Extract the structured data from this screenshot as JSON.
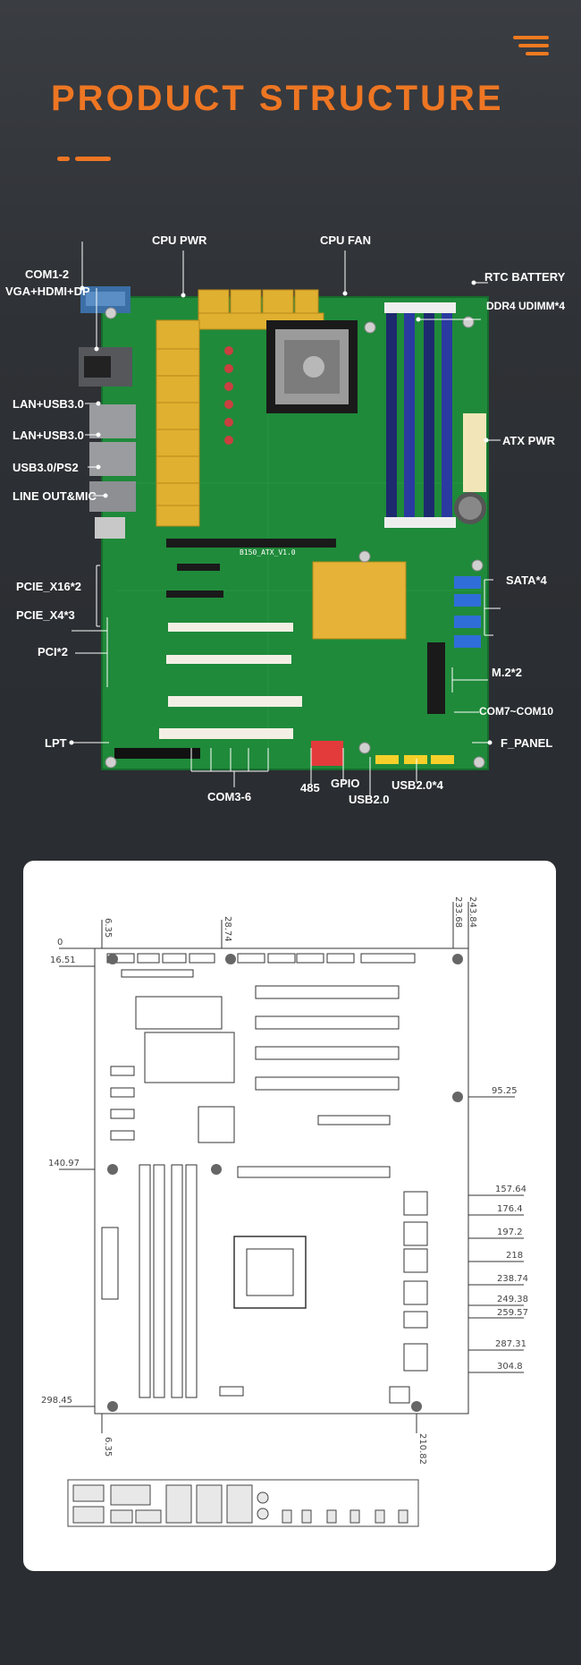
{
  "header": {
    "title": "PRODUCT STRUCTURE",
    "menu_icon": "hamburger-menu-icon",
    "accent_color": "#EE7623"
  },
  "board": {
    "silkscreen": "B150_ATX_V1.0",
    "labels": {
      "cpu_pwr": "CPU PWR",
      "cpu_fan": "CPU FAN",
      "com1_2": "COM1-2",
      "rtc_battery": "RTC BATTERY",
      "vga_hdmi_dp": "VGA+HDMI+DP",
      "ddr4": "DDR4 UDIMM*4",
      "lan_usb3_1": "LAN+USB3.0",
      "atx_pwr": "ATX PWR",
      "lan_usb3_2": "LAN+USB3.0",
      "usb3_ps2": "USB3.0/PS2",
      "line_out_mic": "LINE OUT&MIC",
      "sata": "SATA*4",
      "pcie_x16": "PCIE_X16*2",
      "pcie_x4": "PCIE_X4*3",
      "pci": "PCI*2",
      "m2": "M.2*2",
      "com7_10": "COM7~COM10",
      "lpt": "LPT",
      "f_panel": "F_PANEL",
      "com3_6": "COM3-6",
      "rs485": "485",
      "gpio": "GPIO",
      "usb2": "USB2.0",
      "usb2_4": "USB2.0*4"
    }
  },
  "drawing": {
    "dims_top": [
      "6.35",
      "28.74",
      "233.68",
      "243.84"
    ],
    "dims_left": [
      "0",
      "16.51",
      "140.97",
      "298.45"
    ],
    "dims_right": [
      "95.25",
      "157.64",
      "176.4",
      "197.2",
      "218",
      "238.74",
      "249.38",
      "259.57",
      "287.31",
      "304.8"
    ],
    "dims_bottom": [
      "6.35",
      "210.82"
    ]
  }
}
